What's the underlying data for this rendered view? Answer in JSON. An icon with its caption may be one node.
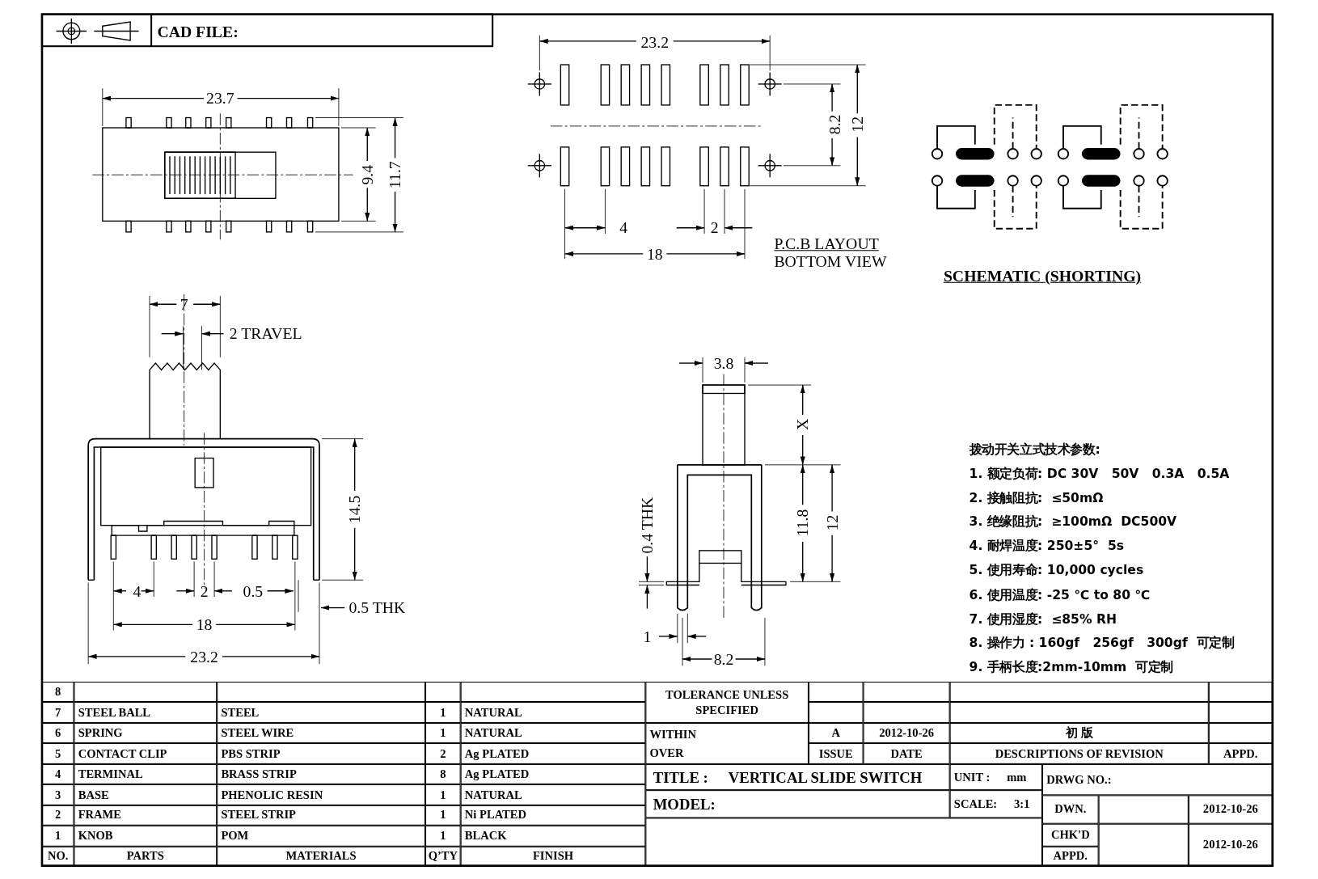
{
  "diagram": {
    "labels": [
      "CAD FILE:",
      "23.2",
      "23.7",
      "8.2",
      "12",
      "9.4",
      "11.7",
      "4",
      "2",
      "18",
      "P.C.B LAYOUT",
      "BOTTOM VIEW",
      "SCHEMATIC (SHORTING)",
      "7",
      "2 TRAVEL",
      "3.8",
      "X",
      "拨动开关立式技术参数:",
      "1. 额定负荷: DC 30V   50V   0.3A   0.5A",
      "2. 接触阻抗:  ≤50mΩ",
      "3. 绝缘阻抗:  ≥100mΩ  DC500V",
      "4. 耐焊温度: 250±5°  5s",
      "5. 使用寿命: 10,000 cycles",
      "6. 使用温度: -25 ℃ to 80 ℃",
      "7. 使用湿度:  ≤85% RH",
      "8. 操作力 : 160gf   256gf   300gf  可定制",
      "9. 手柄长度:2mm-10mm  可定制",
      "14.5",
      "0.4 THK",
      "11.8",
      "12",
      "4",
      "2",
      "0.5",
      "0.5 THK",
      "18",
      "1",
      "23.2",
      "8.2",
      "8",
      "7",
      "STEEL BALL",
      "STEEL",
      "1",
      "NATURAL",
      "6",
      "SPRING",
      "STEEL WIRE",
      "1",
      "NATURAL",
      "5",
      "CONTACT CLIP",
      "PBS STRIP",
      "2",
      "Ag PLATED",
      "4",
      "TERMINAL",
      "BRASS STRIP",
      "8",
      "Ag PLATED",
      "3",
      "BASE",
      "PHENOLIC RESIN",
      "1",
      "NATURAL",
      "2",
      "FRAME",
      "STEEL STRIP",
      "1",
      "Ni PLATED",
      "1",
      "KNOB",
      "POM",
      "1",
      "BLACK",
      "NO.",
      "PARTS",
      "MATERIALS",
      "Q’TY",
      "FINISH",
      "TOLERANCE UNLESS SPECIFIED",
      "WITHIN",
      "A",
      "2012-10-26",
      "初 版",
      "OVER",
      "ISSUE",
      "DATE",
      "DESCRIPTIONS OF REVISION",
      "APPD.",
      "TITLE :",
      "VERTICAL SLIDE SWITCH",
      "UNIT :",
      "mm",
      "DRWG NO.:",
      "MODEL:",
      "SCALE:",
      "3:1",
      "DWN.",
      "2012-10-26",
      "CHK'D",
      "2012-10-26",
      "APPD."
    ]
  }
}
